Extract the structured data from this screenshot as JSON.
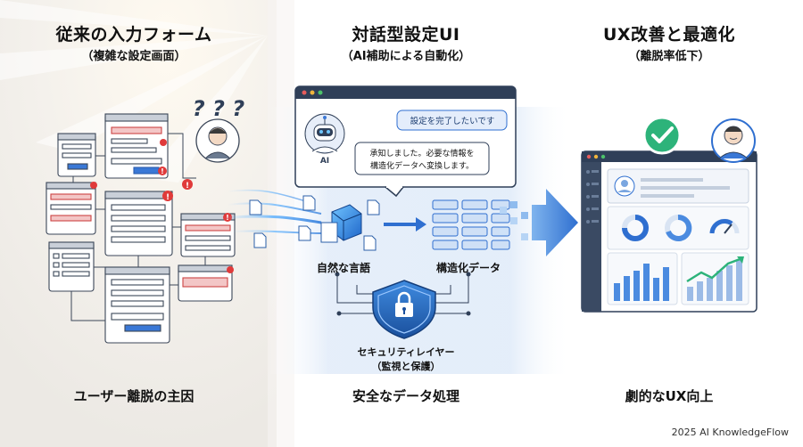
{
  "sections": [
    {
      "title": "従来の入力フォーム",
      "subtitle": "（複雑な設定画面）",
      "footer": "ユーザー離脱の主因"
    },
    {
      "title": "対話型設定UI",
      "subtitle": "（AI補助による自動化）",
      "footer": "安全なデータ処理"
    },
    {
      "title": "UX改善と最適化",
      "subtitle": "（離脱率低下）",
      "footer": "劇的なUX向上"
    }
  ],
  "chat": {
    "user_message": "設定を完了したいです",
    "ai_label": "AI",
    "ai_message_line1": "承知しました。必要な情報を",
    "ai_message_line2": "構造化データへ変換します。"
  },
  "labels": {
    "natural_language": "自然な言語",
    "structured_data": "構造化データ",
    "security_line1": "セキュリティレイヤー",
    "security_line2": "（監視と保護）"
  },
  "confused_marks": "? ? ?",
  "credit": "2025 AI KnowledgeFlow",
  "colors": {
    "accent": "#2f6fd0",
    "success": "#2db37a",
    "error": "#e03a3a",
    "navy": "#2f3f58"
  }
}
